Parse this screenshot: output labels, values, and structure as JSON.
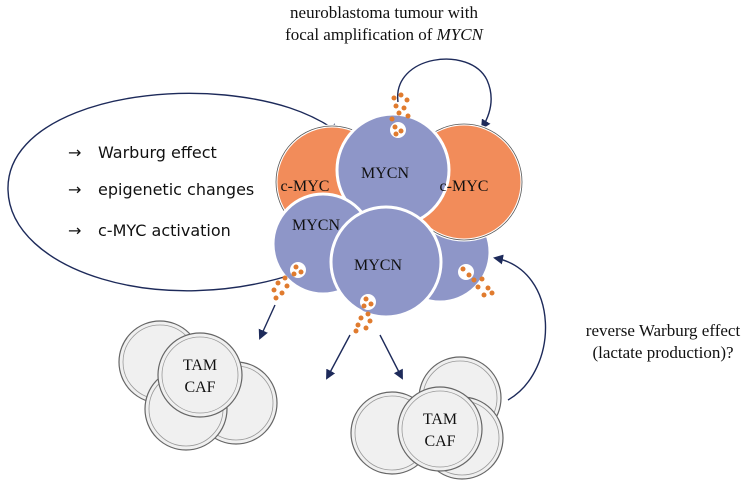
{
  "title": {
    "line1": "neuroblastoma tumour with",
    "line2_prefix": "focal amplification of ",
    "line2_gene": "MYCN"
  },
  "effects": {
    "arrow": "→",
    "items": [
      "Warburg effect",
      "epigenetic changes",
      "c-MYC activation"
    ]
  },
  "cells": {
    "mycn_label": "MYCN",
    "cmyc_label": "c-MYC"
  },
  "stroma": {
    "left": {
      "line1": "TAM",
      "line2": "CAF"
    },
    "right": {
      "line1": "TAM",
      "line2": "CAF"
    }
  },
  "right_note": {
    "line1": "reverse Warburg effect",
    "line2": "(lactate production)?"
  },
  "colors": {
    "mycn_fill": "#8e96c8",
    "cmyc_fill": "#f28c5a",
    "stroma_fill": "#f0f0f0",
    "vesicle": "#e07b2e",
    "arrow": "#1d2a5a"
  }
}
